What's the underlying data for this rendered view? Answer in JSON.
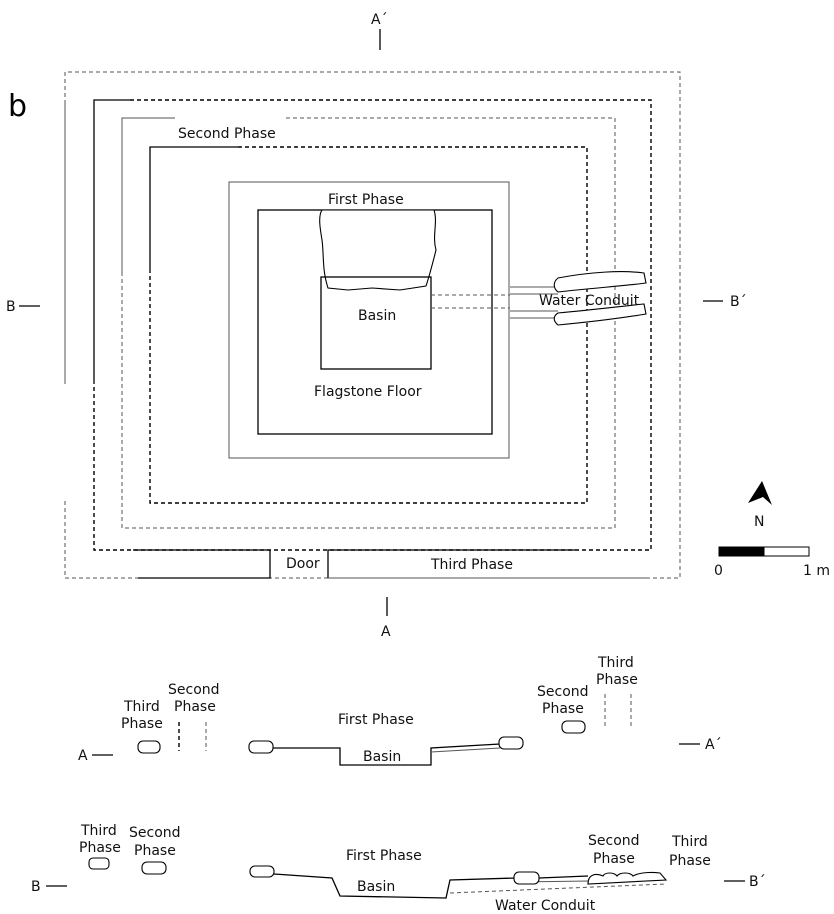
{
  "figure_letter": "b",
  "plan": {
    "section_a_top": "A´",
    "section_a_bottom": "A",
    "section_b_left": "B",
    "section_b_right": "B´",
    "second_phase": "Second Phase",
    "first_phase": "First Phase",
    "basin": "Basin",
    "water_conduit": "Water Conduit",
    "flagstone_floor": "Flagstone Floor",
    "door": "Door",
    "third_phase": "Third Phase",
    "north": "N",
    "scale_start": "0",
    "scale_end": "1 m"
  },
  "section_aa": {
    "start": "A",
    "end": "A´",
    "third_phase_left": [
      "Third",
      "Phase"
    ],
    "second_phase_left": [
      "Second",
      "Phase"
    ],
    "first_phase": "First Phase",
    "basin": "Basin",
    "second_phase_right": [
      "Second",
      "Phase"
    ],
    "third_phase_right": [
      "Third",
      "Phase"
    ]
  },
  "section_bb": {
    "start": "B",
    "end": "B´",
    "third_phase_left": [
      "Third",
      "Phase"
    ],
    "second_phase_left": [
      "Second",
      "Phase"
    ],
    "first_phase": "First Phase",
    "basin": "Basin",
    "water_conduit": "Water Conduit",
    "second_phase_right": [
      "Second",
      "Phase"
    ],
    "third_phase_right": [
      "Third",
      "Phase"
    ]
  }
}
